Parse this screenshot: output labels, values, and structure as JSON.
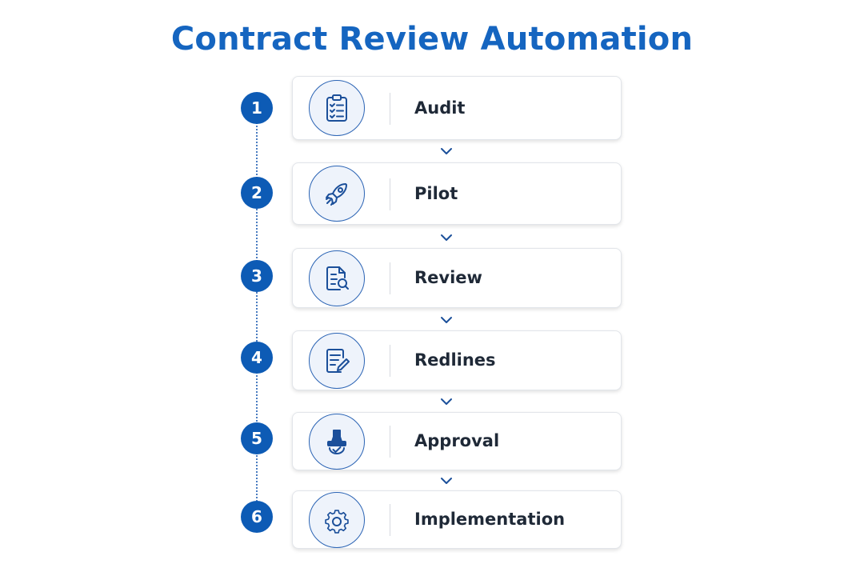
{
  "title": "Contract Review Automation",
  "colors": {
    "accent": "#1565c0",
    "number_bg": "#0d5bb5",
    "icon_stroke": "#1b4f9a"
  },
  "steps": [
    {
      "number": "1",
      "label": "Audit",
      "icon": "clipboard-checklist-icon"
    },
    {
      "number": "2",
      "label": "Pilot",
      "icon": "rocket-icon"
    },
    {
      "number": "3",
      "label": "Review",
      "icon": "document-search-icon"
    },
    {
      "number": "4",
      "label": "Redlines",
      "icon": "document-edit-icon"
    },
    {
      "number": "5",
      "label": "Approval",
      "icon": "approval-stamp-icon"
    },
    {
      "number": "6",
      "label": "Implementation",
      "icon": "gear-icon"
    }
  ]
}
